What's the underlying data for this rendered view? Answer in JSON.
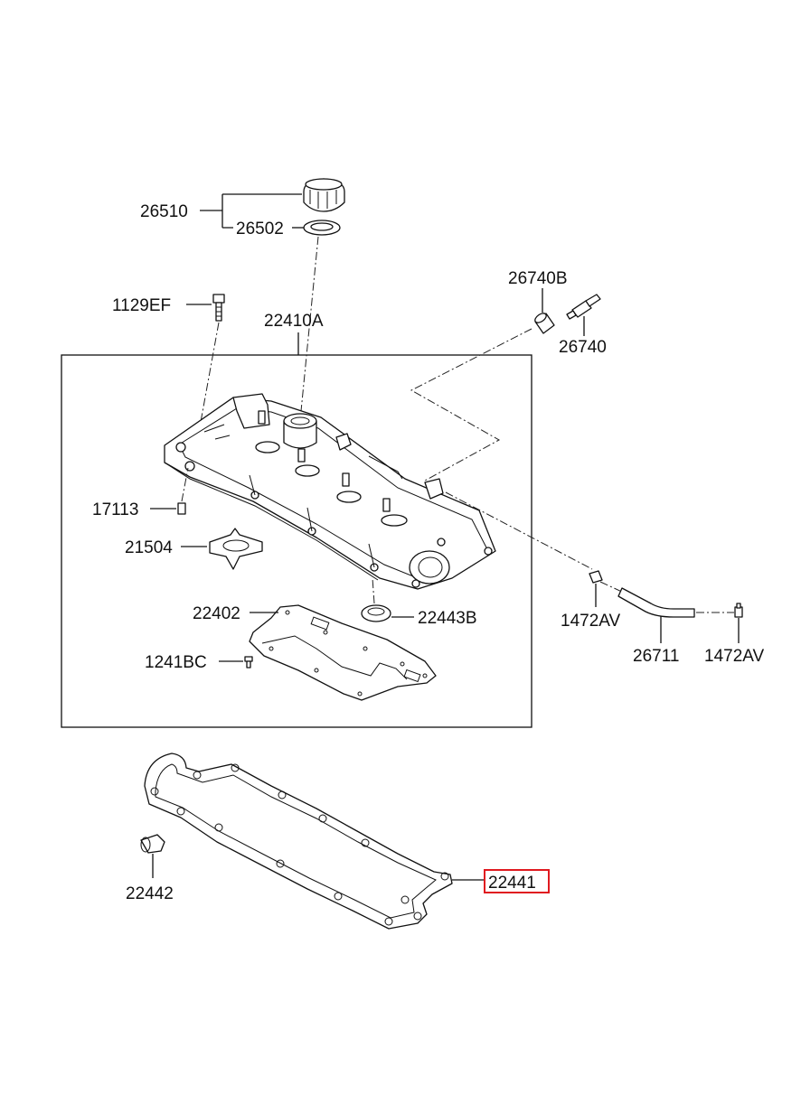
{
  "parts": {
    "p26510": "26510",
    "p26502": "26502",
    "p1129EF": "1129EF",
    "p22410A": "22410A",
    "p26740B": "26740B",
    "p26740": "26740",
    "p17113": "17113",
    "p21504": "21504",
    "p22402": "22402",
    "p22443B": "22443B",
    "p1241BC": "1241BC",
    "p1472AV_a": "1472AV",
    "p26711": "26711",
    "p1472AV_b": "1472AV",
    "p22442": "22442",
    "p22441": "22441"
  },
  "highlighted_part": "22441",
  "colors": {
    "line": "#111111",
    "highlight_box": "#e0191f",
    "background": "#ffffff"
  }
}
